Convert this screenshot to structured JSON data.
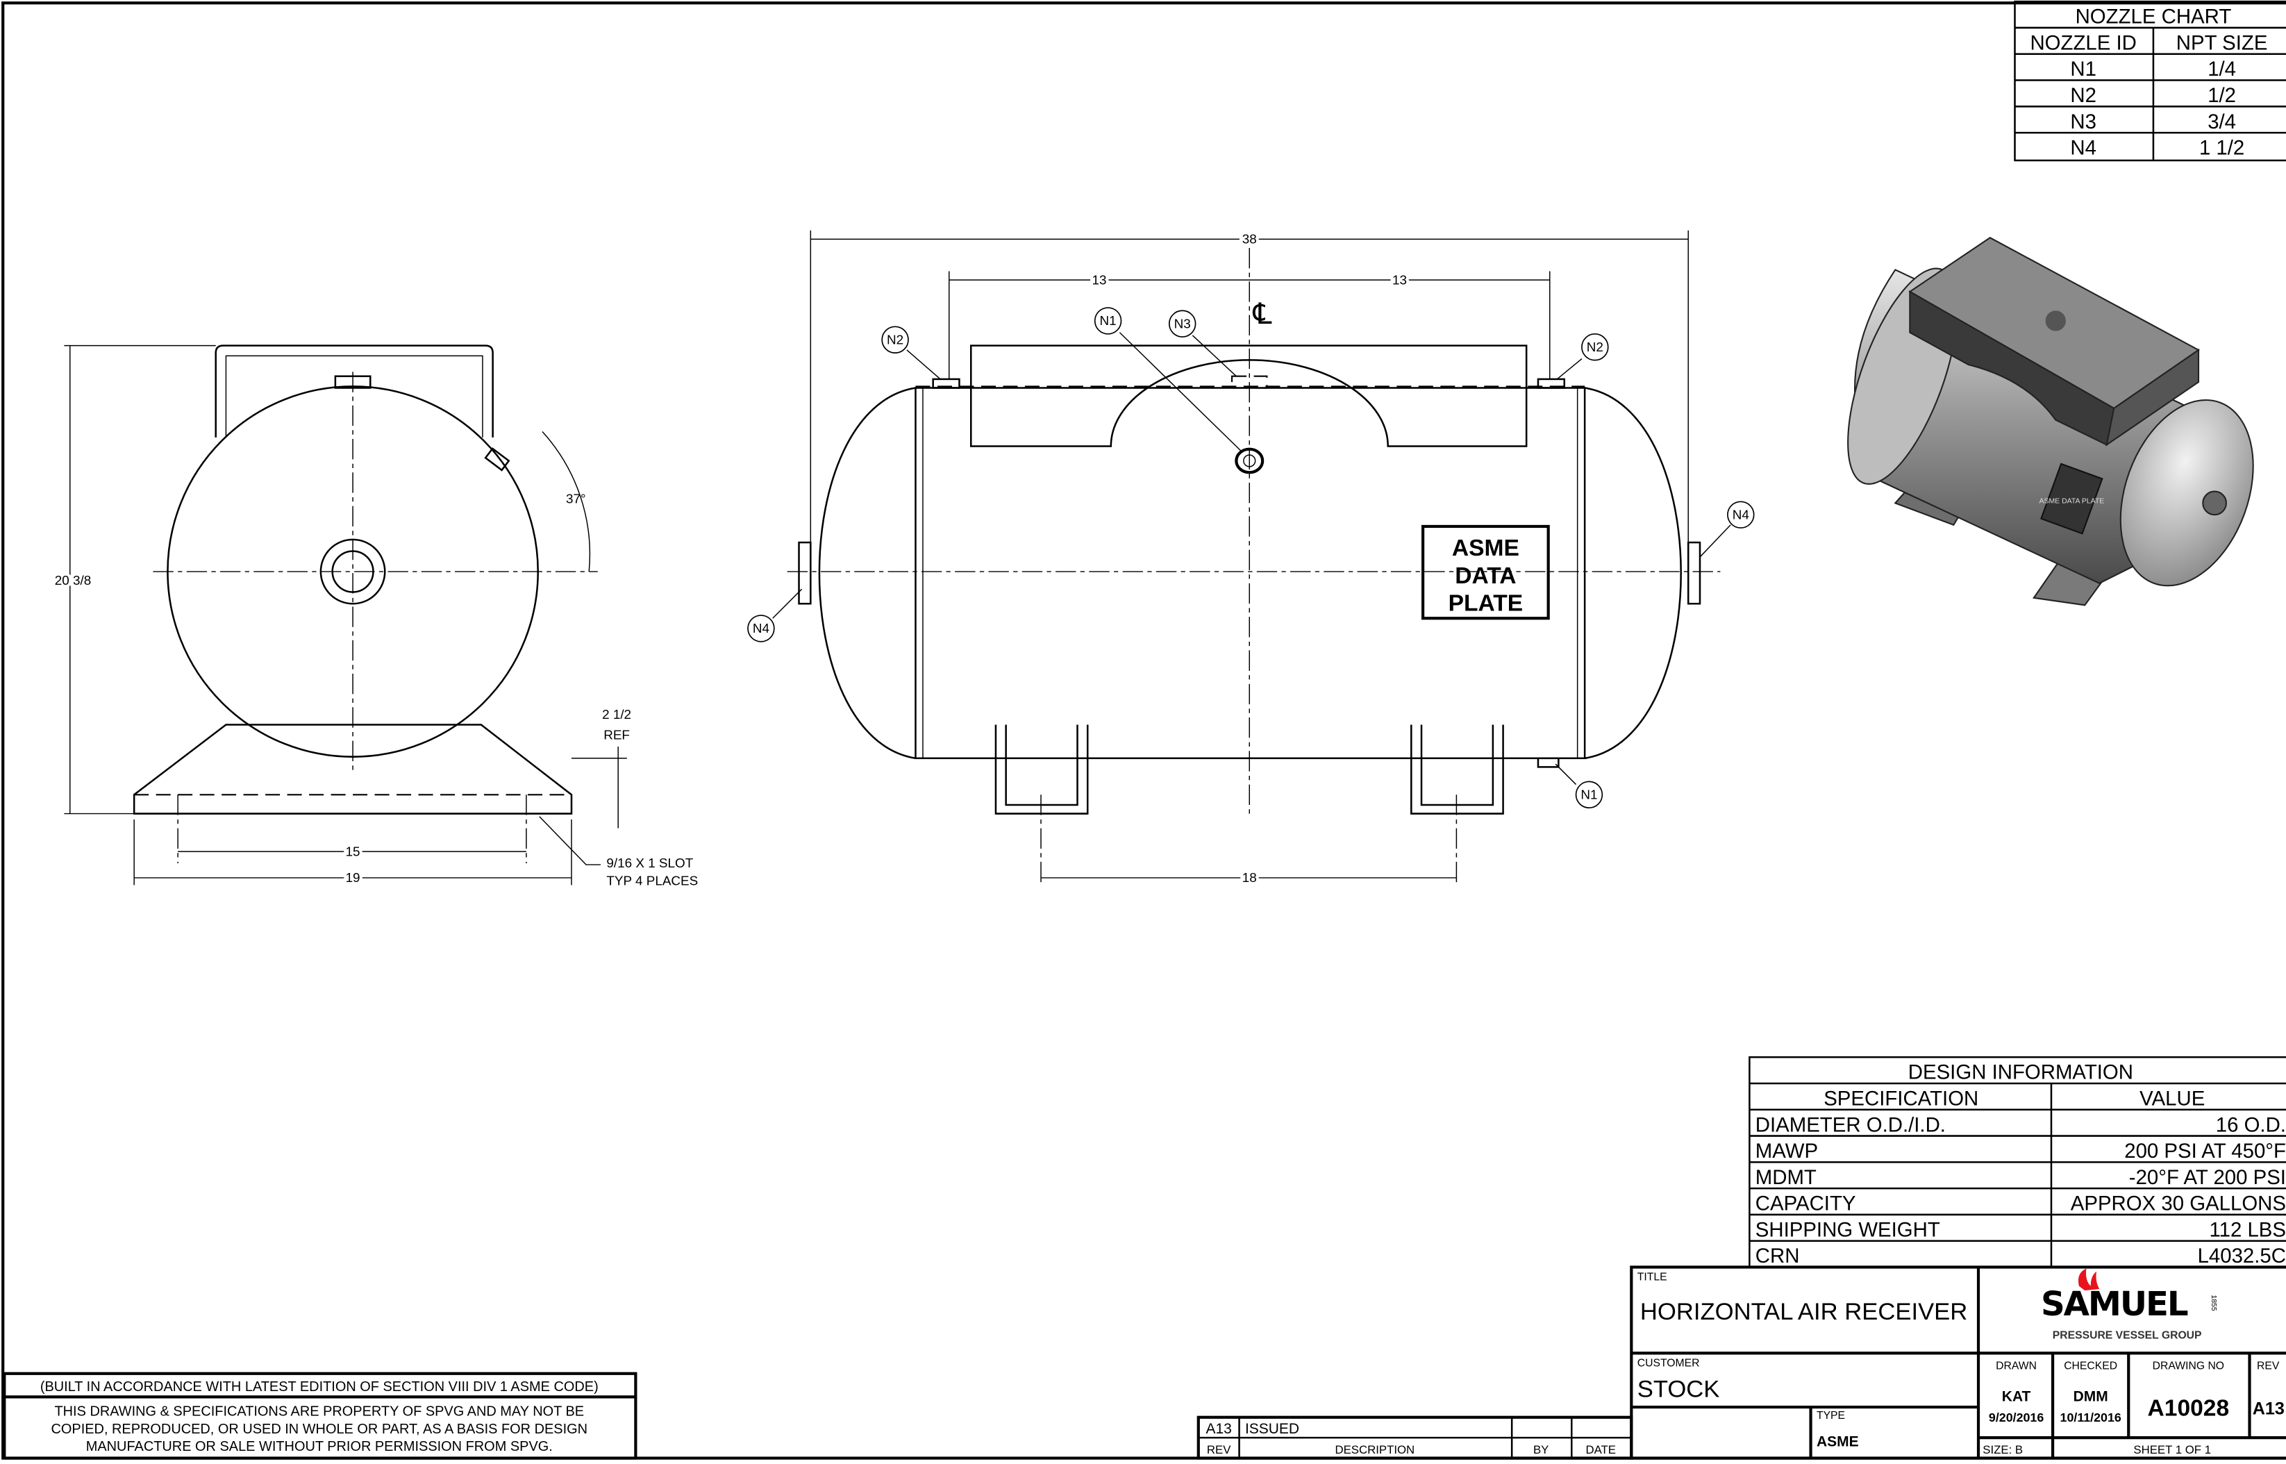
{
  "nozzle_chart": {
    "title": "NOZZLE CHART",
    "headers": [
      "NOZZLE ID",
      "NPT SIZE"
    ],
    "rows": [
      [
        "N1",
        "1/4"
      ],
      [
        "N2",
        "1/2"
      ],
      [
        "N3",
        "3/4"
      ],
      [
        "N4",
        "1 1/2"
      ]
    ]
  },
  "design_info": {
    "title": "DESIGN INFORMATION",
    "headers": [
      "SPECIFICATION",
      "VALUE"
    ],
    "rows": [
      [
        "DIAMETER O.D./I.D.",
        "16 O.D."
      ],
      [
        "MAWP",
        "200 PSI AT 450°F"
      ],
      [
        "MDMT",
        "-20°F AT 200 PSI"
      ],
      [
        "CAPACITY",
        "APPROX 30 GALLONS"
      ],
      [
        "SHIPPING WEIGHT",
        "112 LBS"
      ],
      [
        "CRN",
        "L4032.5C"
      ]
    ]
  },
  "end_view": {
    "height_dim": "20 3/8",
    "angle_dim": "37°",
    "ref_dim_1": "2 1/2",
    "ref_dim_2": "REF",
    "slot_dim": "15",
    "base_dim": "19",
    "slot_note_1": "9/16 X 1 SLOT",
    "slot_note_2": "TYP 4 PLACES"
  },
  "side_view": {
    "overall_dim": "38",
    "left_dim": "13",
    "right_dim": "13",
    "leg_dim": "18",
    "centerline": "℄",
    "plate_lines": [
      "ASME",
      "DATA",
      "PLATE"
    ],
    "bubbles": {
      "n1a": "N1",
      "n1b": "N1",
      "n2a": "N2",
      "n2b": "N2",
      "n3": "N3",
      "n4a": "N4",
      "n4b": "N4"
    }
  },
  "iso_plate": "ASME DATA PLATE",
  "notes": {
    "code": "(BUILT IN ACCORDANCE WITH LATEST EDITION OF SECTION VIII DIV 1 ASME CODE)",
    "prop_1": "THIS DRAWING & SPECIFICATIONS ARE PROPERTY OF SPVG AND MAY NOT BE",
    "prop_2": "COPIED, REPRODUCED, OR USED IN WHOLE OR PART, AS A BASIS FOR DESIGN",
    "prop_3": "MANUFACTURE OR SALE WITHOUT PRIOR PERMISSION FROM SPVG."
  },
  "revisions": {
    "rows": [
      {
        "rev": "A13",
        "description": "ISSUED",
        "by": "",
        "date": ""
      }
    ],
    "headers": [
      "REV",
      "DESCRIPTION",
      "BY",
      "DATE"
    ]
  },
  "title_block": {
    "title_label": "TITLE",
    "title": "HORIZONTAL AIR RECEIVER",
    "customer_label": "CUSTOMER",
    "customer": "STOCK",
    "type_label": "TYPE",
    "type": "ASME",
    "drawn_label": "DRAWN",
    "drawn_by": "KAT",
    "drawn_date": "9/20/2016",
    "checked_label": "CHECKED",
    "checked_by": "DMM",
    "checked_date": "10/11/2016",
    "drawing_no_label": "DRAWING NO",
    "drawing_no": "A10028",
    "rev_label": "REV",
    "rev": "A13",
    "size": "SIZE: B",
    "sheet": "SHEET 1  OF 1",
    "logo_name": "SAMUEL",
    "logo_year": "1855",
    "logo_sub": "PRESSURE VESSEL GROUP",
    "logo_accent": "#e8141c"
  }
}
